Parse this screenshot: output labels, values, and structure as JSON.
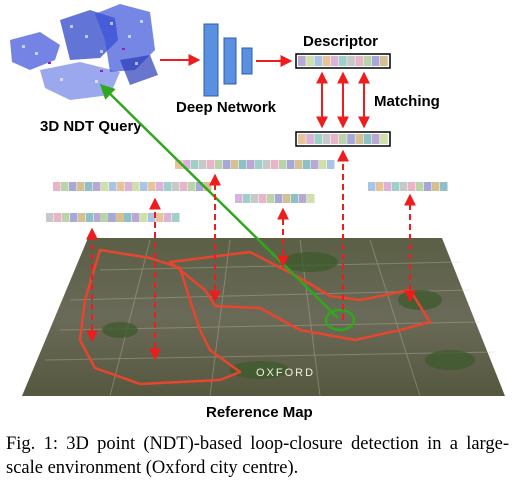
{
  "figure": {
    "query_label": "3D NDT Query",
    "network_label": "Deep Network",
    "descriptor_label": "Descriptor",
    "matching_label": "Matching",
    "map_label": "Reference Map",
    "map_place_label": "OXFORD",
    "caption": "Fig. 1: 3D point (NDT)-based loop-closure detection in a large-scale environment (Oxford city centre).",
    "colors": {
      "arrow_red": "#ee1c1c",
      "arrow_green": "#2fa81e",
      "route_red": "#e8452e",
      "network_blue": "#5b8fe0",
      "map_dark": "#4a5238"
    },
    "descriptor_palette": [
      "#b9a8d4",
      "#cfe0a8",
      "#a9c4e8",
      "#e7c39a",
      "#d9b3d9",
      "#9fd0c8",
      "#c8c8c8",
      "#e8b4c8",
      "#b8d4a8",
      "#a8a8d8",
      "#d4c090",
      "#8ec0c8"
    ]
  }
}
